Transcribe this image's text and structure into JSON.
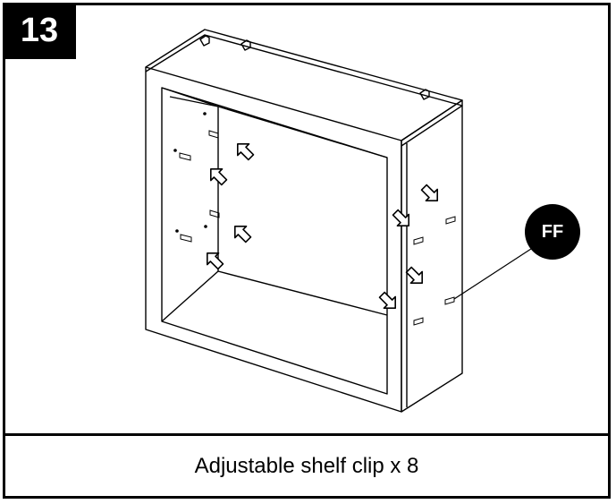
{
  "step": {
    "number": "13"
  },
  "callout": {
    "label": "FF"
  },
  "caption": {
    "text": "Adjustable shelf clip x 8"
  },
  "colors": {
    "ink": "#000000",
    "background": "#ffffff"
  },
  "icons": [
    "arrow-icon",
    "shelf-clip-icon"
  ]
}
